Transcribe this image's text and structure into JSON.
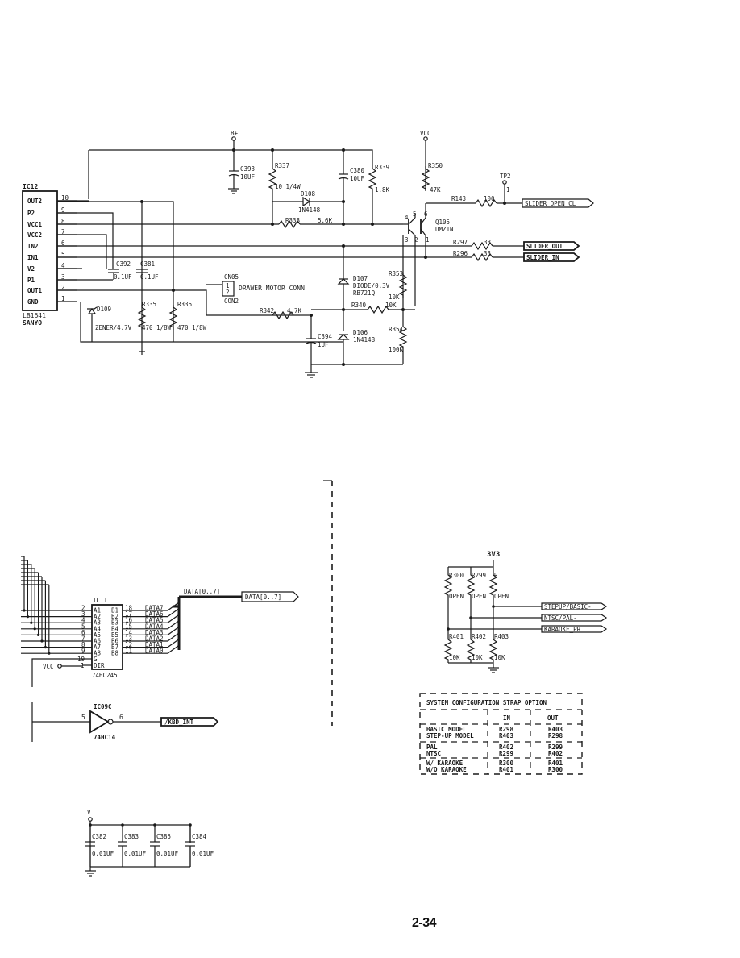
{
  "page": {
    "number": "2-34"
  },
  "top": {
    "ic12": {
      "ref": "IC12",
      "part": "LB1641",
      "maker": "SANYO",
      "pins": [
        {
          "name": "OUT2",
          "num": "10"
        },
        {
          "name": "P2",
          "num": "9"
        },
        {
          "name": "VCC1",
          "num": "8"
        },
        {
          "name": "VCC2",
          "num": "7"
        },
        {
          "name": "IN2",
          "num": "6"
        },
        {
          "name": "IN1",
          "num": "5"
        },
        {
          "name": "V2",
          "num": "4"
        },
        {
          "name": "P1",
          "num": "3"
        },
        {
          "name": "OUT1",
          "num": "2"
        },
        {
          "name": "GND",
          "num": "1"
        }
      ]
    },
    "rails": {
      "bplus": "B+",
      "vcc": "VCC"
    },
    "c393": {
      "ref": "C393",
      "value": "10UF"
    },
    "r337": {
      "ref": "R337",
      "value": "10 1/4W"
    },
    "d108": {
      "ref": "D108",
      "value": "1N4148"
    },
    "c380": {
      "ref": "C380",
      "value": "10UF"
    },
    "r339": {
      "ref": "R339",
      "value": "1.8K"
    },
    "r350": {
      "ref": "R350",
      "value": "47K"
    },
    "tp2": {
      "ref": "TP2",
      "pin": "1"
    },
    "r143": {
      "ref": "R143",
      "value": "100"
    },
    "r338": {
      "ref": "R338",
      "value": "5.6K"
    },
    "q105": {
      "ref": "Q105",
      "part": "UMZ1N",
      "pins": [
        "4",
        "5",
        "6",
        "3",
        "2",
        "1"
      ]
    },
    "r297": {
      "ref": "R297",
      "value": "33"
    },
    "r296": {
      "ref": "R296",
      "value": "33"
    },
    "c392": {
      "ref": "C392",
      "value": "0.1UF"
    },
    "c381": {
      "ref": "C381",
      "value": "0.1UF"
    },
    "cn05": {
      "ref": "CN05",
      "pins": [
        "1",
        "2"
      ],
      "label": "DRAWER MOTOR CONN",
      "alt": "CON2"
    },
    "d107": {
      "ref": "D107",
      "value": "DIODE/0.3V",
      "part": "RB721Q"
    },
    "r353": {
      "ref": "R353",
      "value": "10K"
    },
    "d109": {
      "ref": "D109",
      "value": "ZENER/4.7V"
    },
    "r335": {
      "ref": "R335",
      "value": "470 1/8W"
    },
    "r336": {
      "ref": "R336",
      "value": "470 1/8W"
    },
    "r342": {
      "ref": "R342",
      "value": "4.7K"
    },
    "r340": {
      "ref": "R340",
      "value": "10K"
    },
    "c394": {
      "ref": "C394",
      "value": "1UF"
    },
    "d106": {
      "ref": "D106",
      "value": "1N4148"
    },
    "r354": {
      "ref": "R354",
      "value": "100K"
    },
    "signals": {
      "open_cl": "SLIDER_OPEN_CL",
      "out": "SLIDER_OUT",
      "in": "SLIDER_IN"
    }
  },
  "lower_left": {
    "ic11": {
      "ref": "IC11",
      "part": "74HC245",
      "a_pins": [
        {
          "num": "2",
          "name": "A1"
        },
        {
          "num": "3",
          "name": "A2"
        },
        {
          "num": "4",
          "name": "A3"
        },
        {
          "num": "5",
          "name": "A4"
        },
        {
          "num": "6",
          "name": "A5"
        },
        {
          "num": "7",
          "name": "A6"
        },
        {
          "num": "8",
          "name": "A7"
        },
        {
          "num": "9",
          "name": "A8"
        }
      ],
      "b_pins": [
        {
          "num": "18",
          "name": "B1",
          "net": "DATA7"
        },
        {
          "num": "17",
          "name": "B2",
          "net": "DATA6"
        },
        {
          "num": "16",
          "name": "B3",
          "net": "DATA5"
        },
        {
          "num": "15",
          "name": "B4",
          "net": "DATA4"
        },
        {
          "num": "14",
          "name": "B5",
          "net": "DATA3"
        },
        {
          "num": "13",
          "name": "B6",
          "net": "DATA2"
        },
        {
          "num": "12",
          "name": "B7",
          "net": "DATA1"
        },
        {
          "num": "11",
          "name": "B8",
          "net": "DATA0"
        }
      ],
      "ctrl": [
        {
          "num": "19",
          "name": "G"
        },
        {
          "num": "1",
          "name": "DIR"
        }
      ],
      "vcc_label": "VCC"
    },
    "bus_label": "DATA[0..7]",
    "bus_port": "DATA[0..7]",
    "ic09": {
      "ref": "IC09C",
      "part": "74HC14",
      "in_pin": "5",
      "out_pin": "6",
      "net": "/KBD_INT"
    },
    "bypass": [
      {
        "ref": "C382",
        "value": "0.01UF"
      },
      {
        "ref": "C383",
        "value": "0.01UF"
      },
      {
        "ref": "C385",
        "value": "0.01UF"
      },
      {
        "ref": "C384",
        "value": "0.01UF"
      }
    ],
    "bypass_rail": "V"
  },
  "lower_right": {
    "rail": "3V3",
    "pullups": [
      {
        "ref": "R300",
        "value": "OPEN"
      },
      {
        "ref": "R299",
        "value": "OPEN"
      },
      {
        "ref": "R",
        "value": "OPEN"
      }
    ],
    "pulldowns": [
      {
        "ref": "R401",
        "value": "10K"
      },
      {
        "ref": "R402",
        "value": "10K"
      },
      {
        "ref": "R403",
        "value": "10K"
      }
    ],
    "signals": [
      "STEPUP/BASIC-",
      "NTSC/PAL-",
      "KARAOKE_PR"
    ],
    "table": {
      "title": "SYSTEM CONFIGURATION STRAP OPTION",
      "headers": [
        "IN",
        "OUT"
      ],
      "rows": [
        {
          "labels": [
            "BASIC MODEL",
            "STEP-UP MODEL"
          ],
          "in": [
            "R298",
            "R403"
          ],
          "out": [
            "R403",
            "R298"
          ]
        },
        {
          "labels": [
            "PAL",
            "NTSC"
          ],
          "in": [
            "R402",
            "R299"
          ],
          "out": [
            "R299",
            "R402"
          ]
        },
        {
          "labels": [
            "W/ KARAOKE",
            "W/O KARAOKE"
          ],
          "in": [
            "R300",
            "R401"
          ],
          "out": [
            "R401",
            "R300"
          ]
        }
      ]
    }
  }
}
